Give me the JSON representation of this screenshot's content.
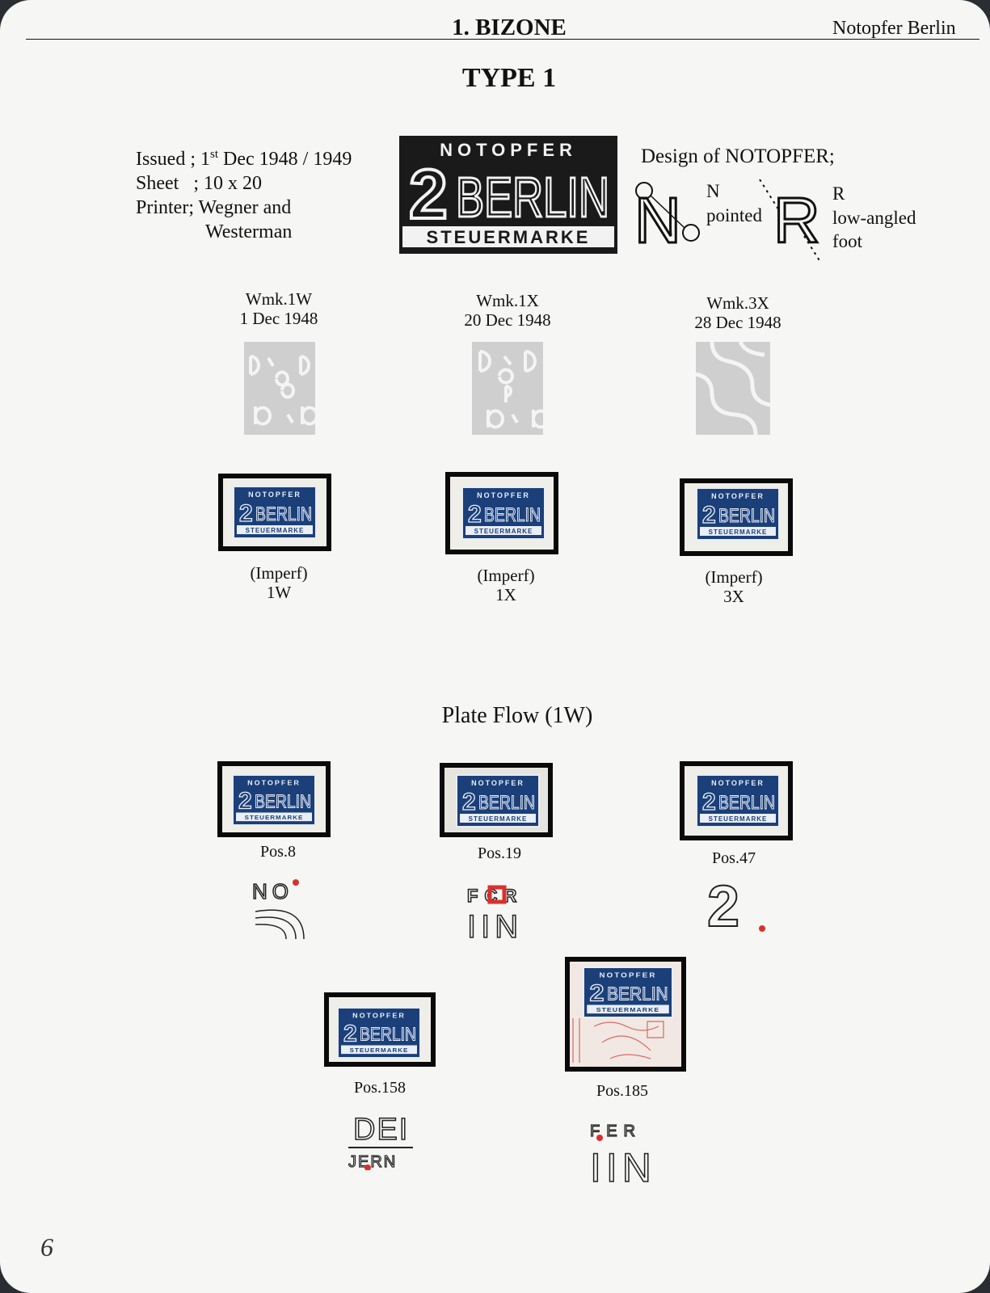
{
  "header": {
    "section": "1. BIZONE",
    "right": "Notopfer Berlin"
  },
  "type_title": "TYPE 1",
  "issue_info": {
    "issued_prefix": "Issued ; 1",
    "issued_sup": "st",
    "issued_rest": " Dec 1948 / 1949",
    "sheet": "Sheet   ; 10 x 20",
    "printer_line1": "Printer; Wegner and",
    "printer_line2": "Westerman"
  },
  "logo": {
    "top": "NOTOPFER",
    "numeral": "2",
    "middle": "BERLIN",
    "bottom": "STEUERMARKE"
  },
  "design": {
    "title": "Design of NOTOPFER;",
    "n_letter": "N",
    "n_note": "pointed",
    "r_letter": "R",
    "r_note1": "low-angled",
    "r_note2": "foot"
  },
  "watermarks": [
    {
      "code": "Wmk.1W",
      "date": "1 Dec 1948"
    },
    {
      "code": "Wmk.1X",
      "date": "20 Dec 1948"
    },
    {
      "code": "Wmk.3X",
      "date": "28 Dec 1948"
    }
  ],
  "imperf": [
    {
      "label": "(Imperf)",
      "code": "1W"
    },
    {
      "label": "(Imperf)",
      "code": "1X"
    },
    {
      "label": "(Imperf)",
      "code": "3X"
    }
  ],
  "plate_flow": {
    "title": "Plate Flow (1W)",
    "positions": [
      {
        "label": "Pos.8",
        "detail_top": "NO",
        "detail_bottom": ""
      },
      {
        "label": "Pos.19",
        "detail_top": "FCR",
        "detail_bottom": "IIN"
      },
      {
        "label": "Pos.47",
        "detail_top": "2",
        "detail_bottom": ""
      },
      {
        "label": "Pos.158",
        "detail_top": "DEI",
        "detail_bottom": "JERN"
      },
      {
        "label": "Pos.185",
        "detail_top": "FER",
        "detail_bottom": "IIN"
      }
    ]
  },
  "page_number": "6",
  "colors": {
    "stamp_blue": "#1b3f79",
    "flaw_dot": "#d9302c",
    "mount": "#0a0a0a"
  }
}
